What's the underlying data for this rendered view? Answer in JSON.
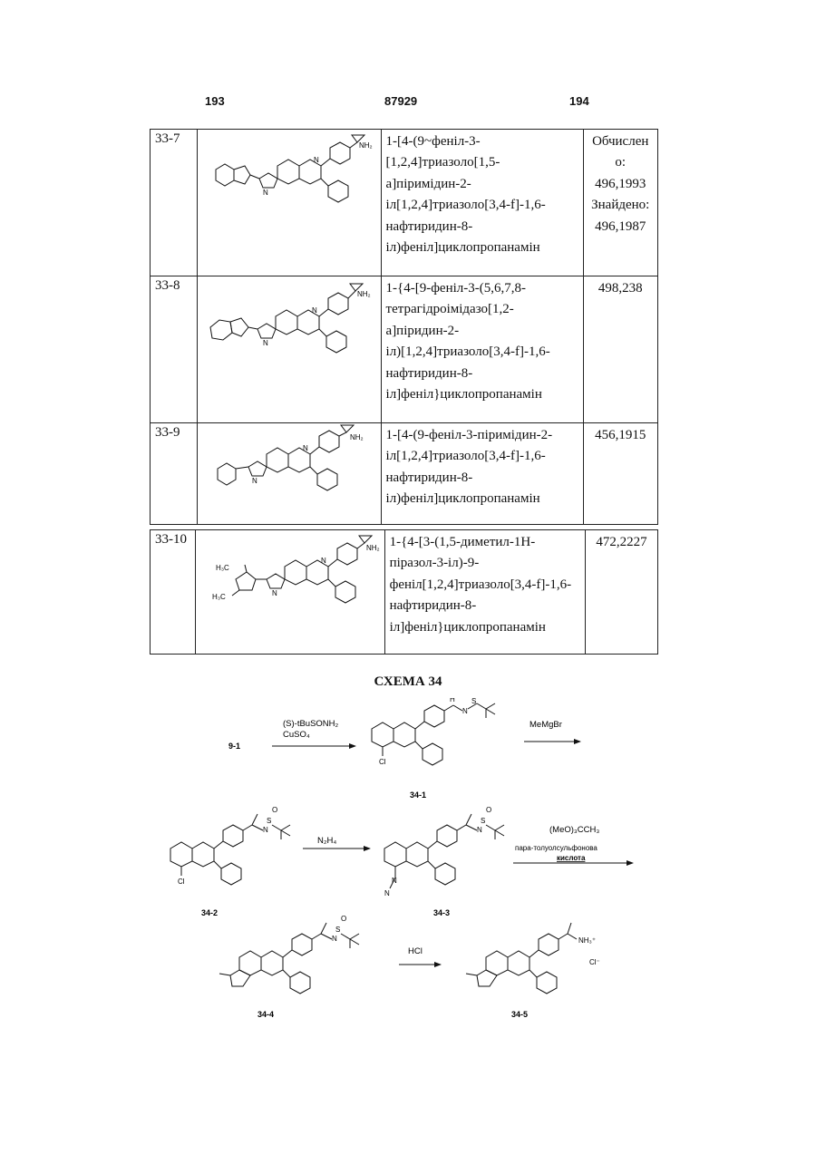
{
  "header": {
    "page_left": "193",
    "patent_number": "87929",
    "page_right": "194"
  },
  "compounds": [
    {
      "id": "33-7",
      "name": "1-[4-(9~феніл-3-[1,2,4]триазоло[1,5-a]піримідин-2-іл[1,2,4]триазоло[3,4-f]-1,6-нафтиридин-8-іл)феніл]циклопропанамін",
      "name_lines": [
        "1-[4-(9~феніл-3-",
        "[1,2,4]триазоло[1,5-",
        "а]піримідин-2-",
        "іл[1,2,4]триазоло[3,4-f]-1,6-",
        "нафтиридин-8-",
        "іл)феніл]циклопропанамін"
      ],
      "mass_lines": [
        "Обчислен",
        "о:",
        "496,1993",
        "Знайдено:",
        "496,1987"
      ]
    },
    {
      "id": "33-8",
      "name": "1-{4-[9-феніл-3-(5,6,7,8-тетрагідроімідазо[1,2-a]піридин-2-іл)[1,2,4]триазоло[3,4-f]-1,6-нафтиридин-8-іл]феніл}циклопропанамін",
      "name_lines": [
        "1-{4-[9-феніл-3-(5,6,7,8-",
        "тетрагідроімідазо[1,2-",
        "а]піридин-2-",
        "іл)[1,2,4]триазоло[3,4-f]-1,6-",
        "нафтиридин-8-",
        "іл]феніл}циклопропанамін"
      ],
      "mass_lines": [
        "498,238"
      ]
    },
    {
      "id": "33-9",
      "name": "1-[4-(9-феніл-3-піримідин-2-іл[1,2,4]триазоло[3,4-f]-1,6-нафтиридин-8-іл)феніл]циклопропанамін",
      "name_lines": [
        "1-[4-(9-феніл-3-піримідин-2-",
        "іл[1,2,4]триазоло[3,4-f]-1,6-",
        "нафтиридин-8-",
        "іл)феніл]циклопропанамін"
      ],
      "mass_lines": [
        "456,1915"
      ]
    },
    {
      "id": "33-10",
      "name": "1-{4-[3-(1,5-диметил-1H-піразол-3-іл)-9-феніл[1,2,4]триазоло[3,4-f]-1,6-нафтиридин-8-іл]феніл}циклопропанамін",
      "name_lines": [
        "1-{4-[3-(1,5-диметил-1Н-",
        "піразол-3-іл)-9-",
        "феніл[1,2,4]триазоло[3,4-f]-1,6-",
        "нафтиридин-8-",
        "іл]феніл}циклопропанамін"
      ],
      "mass_lines": [
        "472,2227"
      ]
    }
  ],
  "struct_labels": {
    "nh2": "NH₂",
    "n": "N",
    "h3c": "H₃C",
    "cl": "Cl",
    "nh": "N",
    "h": "H",
    "s": "S",
    "o": "O",
    "plus": "+",
    "minus": "-"
  },
  "scheme": {
    "title": "СХЕМА 34",
    "reagent_1a": "(S)-tBuSONH₂",
    "reagent_1b": "CuSO₄",
    "reagent_2": "MeMgBr",
    "reagent_3": "N₂H₄",
    "reagent_4a": "(MeO)₃CCH₃",
    "reagent_4b": "пара-толуолсульфонова",
    "reagent_4c": "кислота",
    "reagent_5": "HCl",
    "nh3": "NH₃⁺",
    "cl_counter": "Cl⁻",
    "compound_labels": [
      "9-1",
      "34-1",
      "34-2",
      "34-3",
      "34-4",
      "34-5"
    ]
  }
}
